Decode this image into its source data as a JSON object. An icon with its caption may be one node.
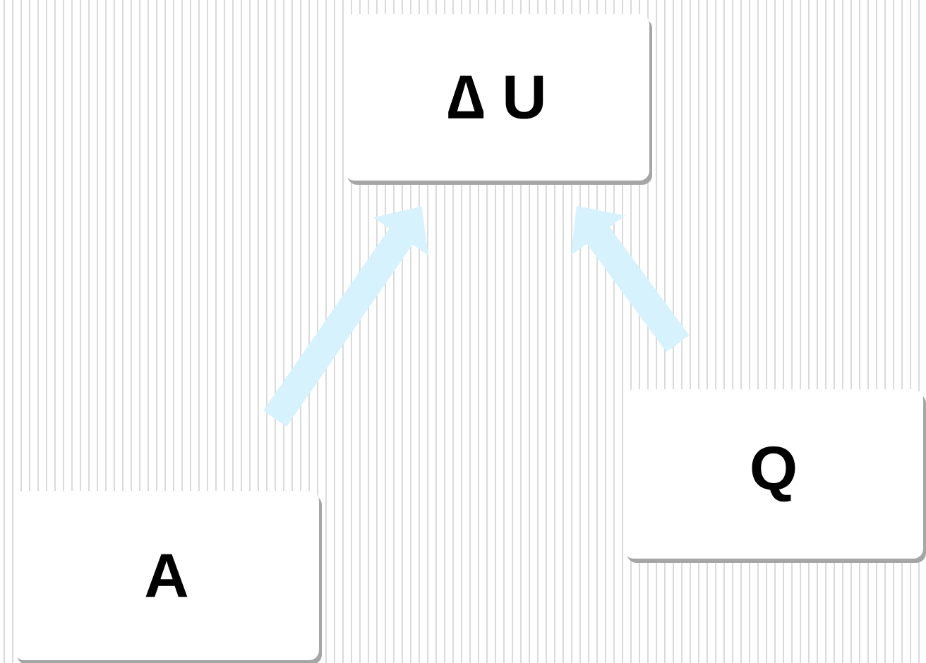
{
  "diagram": {
    "nodes": [
      {
        "text": [
          "∆ U"
        ]
      },
      {
        "text": [
          "A"
        ]
      },
      {
        "text": [
          "Q"
        ]
      }
    ],
    "edges": [
      {
        "from": 1,
        "to": 0,
        "arrow": "to"
      },
      {
        "from": 2,
        "to": 0,
        "arrow": "to"
      }
    ]
  }
}
